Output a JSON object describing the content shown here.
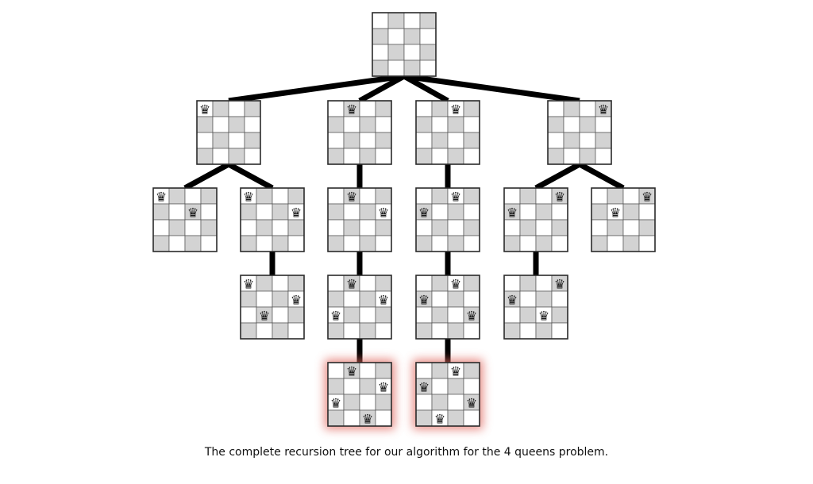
{
  "caption": "The complete recursion tree for our algorithm for the 4 queens problem.",
  "board_size": 4,
  "colors": {
    "light_square": "#ffffff",
    "dark_square": "#d3d3d3",
    "edge": "#000000",
    "solution_glow": "#e0645a"
  },
  "queen_icon": "chess-queen-icon",
  "nodes": [
    {
      "id": "root",
      "parent": null,
      "queens": [],
      "solution": false
    },
    {
      "id": "n1",
      "parent": "root",
      "queens": [
        0
      ],
      "solution": false
    },
    {
      "id": "n2",
      "parent": "root",
      "queens": [
        1
      ],
      "solution": false
    },
    {
      "id": "n3",
      "parent": "root",
      "queens": [
        2
      ],
      "solution": false
    },
    {
      "id": "n4",
      "parent": "root",
      "queens": [
        3
      ],
      "solution": false
    },
    {
      "id": "n13",
      "parent": "n1",
      "queens": [
        0,
        2
      ],
      "solution": false
    },
    {
      "id": "n14",
      "parent": "n1",
      "queens": [
        0,
        3
      ],
      "solution": false
    },
    {
      "id": "n24",
      "parent": "n2",
      "queens": [
        1,
        3
      ],
      "solution": false
    },
    {
      "id": "n31",
      "parent": "n3",
      "queens": [
        2,
        0
      ],
      "solution": false
    },
    {
      "id": "n41",
      "parent": "n4",
      "queens": [
        3,
        0
      ],
      "solution": false
    },
    {
      "id": "n42",
      "parent": "n4",
      "queens": [
        3,
        1
      ],
      "solution": false
    },
    {
      "id": "n142",
      "parent": "n14",
      "queens": [
        0,
        3,
        1
      ],
      "solution": false
    },
    {
      "id": "n241",
      "parent": "n24",
      "queens": [
        1,
        3,
        0
      ],
      "solution": false
    },
    {
      "id": "n314",
      "parent": "n31",
      "queens": [
        2,
        0,
        3
      ],
      "solution": false
    },
    {
      "id": "n413",
      "parent": "n41",
      "queens": [
        3,
        0,
        2
      ],
      "solution": false
    },
    {
      "id": "n2413",
      "parent": "n241",
      "queens": [
        1,
        3,
        0,
        2
      ],
      "solution": true
    },
    {
      "id": "n3142",
      "parent": "n314",
      "queens": [
        2,
        0,
        3,
        1
      ],
      "solution": true
    }
  ]
}
